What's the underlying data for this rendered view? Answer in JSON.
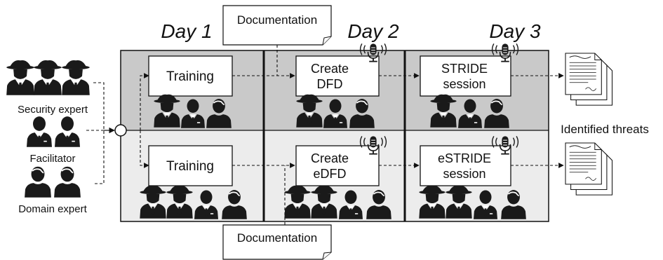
{
  "days": {
    "day1": "Day 1",
    "day2": "Day 2",
    "day3": "Day 3"
  },
  "top_documentation": "Documentation",
  "bottom_documentation": "Documentation",
  "participants": {
    "security_expert": "Security expert",
    "facilitator": "Facilitator",
    "domain_expert": "Domain expert"
  },
  "row_top": {
    "training": "Training",
    "create_line1": "Create",
    "create_line2": "DFD",
    "session_line1": "STRIDE",
    "session_line2": "session"
  },
  "row_bottom": {
    "training": "Training",
    "create_line1": "Create",
    "create_line2": "eDFD",
    "session_line1": "eSTRIDE",
    "session_line2": "session"
  },
  "output_label": "Identified threats",
  "colors": {
    "top_row_bg": "#c9c9c9",
    "bottom_row_bg": "#ececec",
    "figure": "#1a1a1a"
  },
  "icons": [
    "spy-icon",
    "person-tie-icon",
    "person-icon",
    "microphone-icon",
    "document-stack-icon"
  ]
}
